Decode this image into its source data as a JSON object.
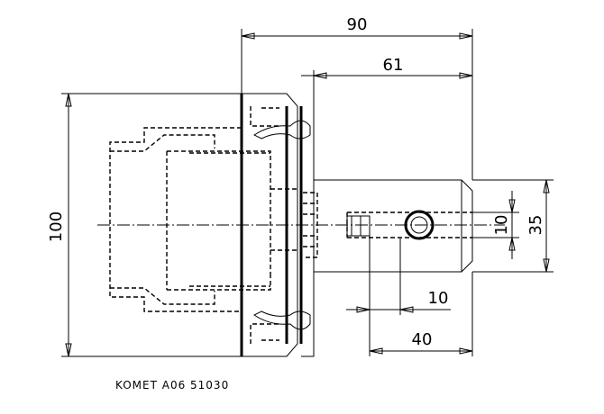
{
  "dimensions": {
    "overall_length": "90",
    "shank_length": "61",
    "flange_diameter": "100",
    "body_diameter": "35",
    "bore_diameter": "10",
    "screw_offset": "10",
    "screw_distance": "40"
  },
  "caption": "KOMET A06 51030"
}
